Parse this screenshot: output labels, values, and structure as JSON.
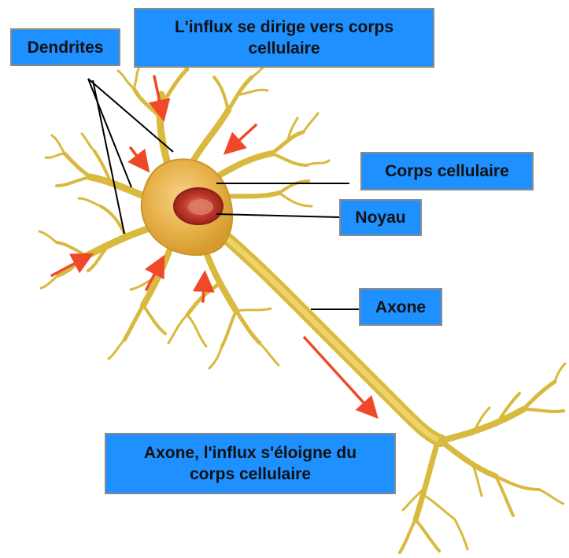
{
  "labels": {
    "dendrites": "Dendrites",
    "influx_in_line1": "L'influx se dirige vers corps",
    "influx_in_line2": "cellulaire",
    "corps_cellulaire": "Corps cellulaire",
    "noyau": "Noyau",
    "axone": "Axone",
    "influx_out_line1": "Axone, l'influx s'éloigne du",
    "influx_out_line2": "corps cellulaire"
  },
  "colors": {
    "label_fill": "#1e90ff",
    "label_border": "#8a8a8a",
    "neuron_fill": "#e3c34a",
    "neuron_edge": "#b8932a",
    "soma_fill": "#e9b64a",
    "nucleus_fill": "#c0392b",
    "arrow": "#f0492a",
    "leader_line": "#000000"
  }
}
